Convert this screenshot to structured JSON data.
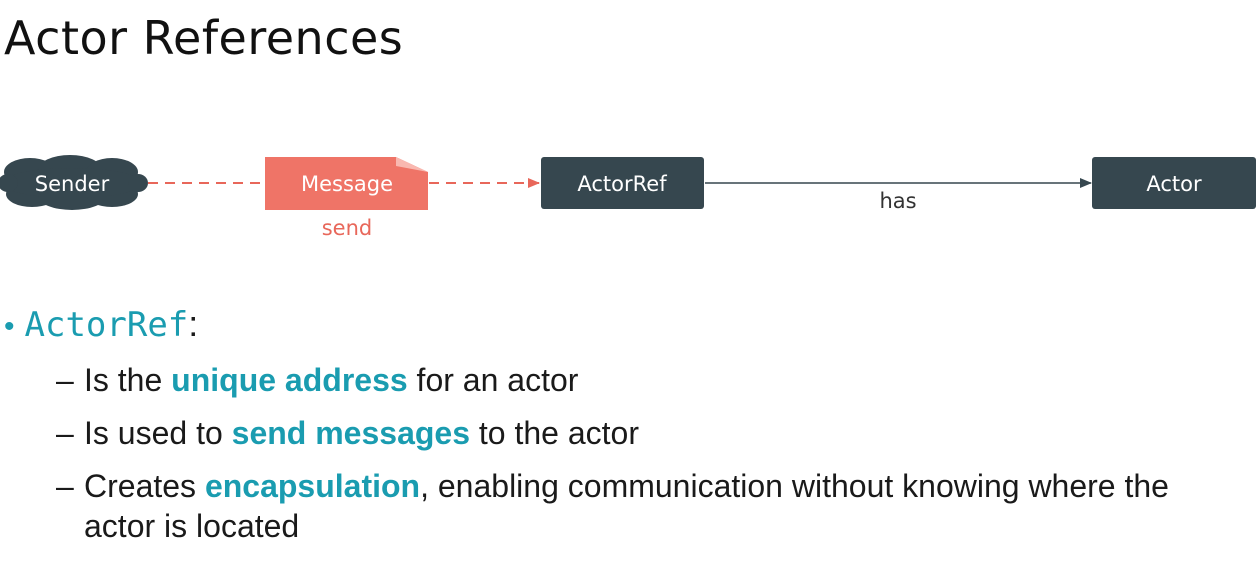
{
  "title": "Actor References",
  "diagram": {
    "sender_label": "Sender",
    "message_label": "Message",
    "send_label": "send",
    "actorref_label": "ActorRef",
    "has_label": "has",
    "actor_label": "Actor",
    "colors": {
      "dark_node": "#36474f",
      "message_fill": "#ef7467",
      "message_fold": "#f9b8b0",
      "send_accent": "#e8675a",
      "edge": "#36474f"
    }
  },
  "bullets": {
    "term": "ActorRef",
    "colon": ":",
    "items": [
      {
        "pre": "Is the ",
        "hl": "unique address",
        "post": " for an actor"
      },
      {
        "pre": "Is used to ",
        "hl": "send messages",
        "post": " to the actor"
      },
      {
        "pre": "Creates ",
        "hl": "encapsulation",
        "post": ", enabling communication without knowing where the actor is located"
      }
    ],
    "dash": "–",
    "accent": "#1a9cb0"
  }
}
